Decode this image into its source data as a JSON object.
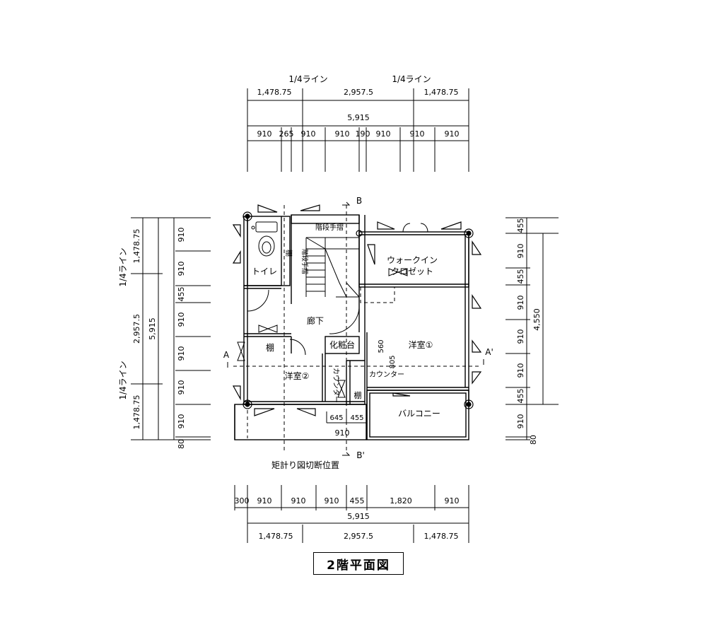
{
  "title": "2階平面図",
  "quarter_lines": {
    "top_left": "1/4ライン",
    "top_right": "1/4ライン",
    "left_upper": "1/4ライン",
    "left_lower": "1/4ライン"
  },
  "top_dims": {
    "row1": [
      "1,478.75",
      "2,957.5",
      "1,478.75"
    ],
    "total": "5,915",
    "row3": [
      "910",
      "265",
      "910",
      "910",
      "190",
      "910",
      "910",
      "910"
    ]
  },
  "bottom_dims": {
    "row1": [
      "300",
      "910",
      "910",
      "910",
      "455",
      "1,820",
      "910"
    ],
    "total": "5,915",
    "row3": [
      "1,478.75",
      "2,957.5",
      "1,478.75"
    ]
  },
  "left_dims": {
    "outer": [
      "1,478.75",
      "2,957.5",
      "1,478.75"
    ],
    "total": "5,915",
    "inner": [
      "910",
      "910",
      "455",
      "910",
      "910",
      "910",
      "910",
      "80"
    ]
  },
  "right_dims": {
    "inner": [
      "455",
      "910",
      "455",
      "910",
      "910",
      "910",
      "455",
      "910",
      "80"
    ],
    "total": "4,550"
  },
  "rooms": {
    "toilet": "トイレ",
    "stair_rail_top": "階段手摺",
    "stair_rail_side": "階段手摺",
    "shelf_side": "棚",
    "walkin_line1": "ウォークイン",
    "walkin_line2": "クロゼット",
    "hall": "廊下",
    "shelf_left": "棚",
    "vanity": "化粧台",
    "room1": "洋室①",
    "room2": "洋室②",
    "counter_right": "カウンター",
    "counter_left": "カウンター",
    "shelf_small": "棚",
    "balcony": "バルコニー"
  },
  "inner_dims": {
    "d560": "560",
    "d805": "805",
    "d645": "645",
    "d455": "455",
    "d910": "910"
  },
  "section": {
    "a": "A",
    "a_prime": "A'",
    "b": "B",
    "b_prime": "B'",
    "caption": "矩計り図切断位置"
  }
}
